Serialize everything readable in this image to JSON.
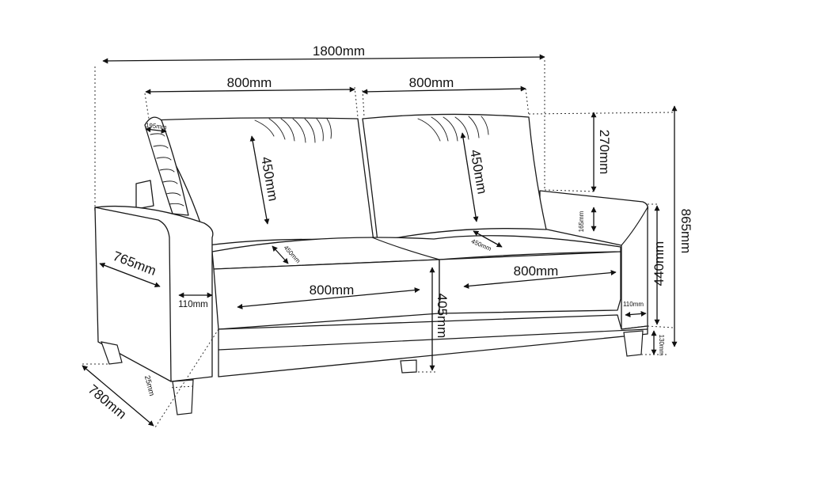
{
  "diagram": {
    "dimensions": {
      "overall_width": "1800mm",
      "cushion_left_width": "800mm",
      "cushion_right_width": "800mm",
      "back_cushion_left_height": "450mm",
      "back_cushion_right_height": "450mm",
      "back_cushion_top": "270mm",
      "overall_height": "865mm",
      "arm_height": "440mm",
      "arm_top_thickness": "165mm",
      "arm_length": "765mm",
      "arm_width_left": "110mm",
      "arm_width_right": "110mm",
      "seat_left_width": "800mm",
      "seat_right_width": "800mm",
      "seat_height": "405mm",
      "seat_depth_left": "450mm",
      "seat_depth_right": "450mm",
      "overall_depth": "780mm",
      "leg_height": "130mm",
      "base_offset": "25mm",
      "back_thickness": "195mm"
    }
  }
}
